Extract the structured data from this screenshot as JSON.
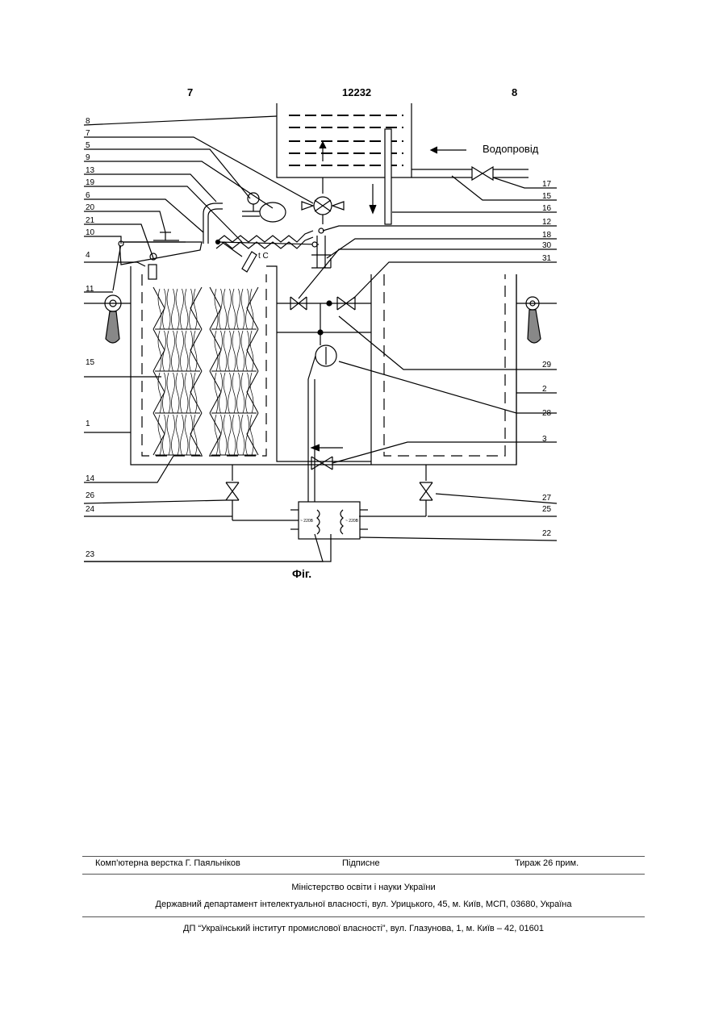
{
  "header": {
    "left_page": "7",
    "patent_number": "12232",
    "right_page": "8"
  },
  "figure": {
    "caption": "Фіг.",
    "water_supply_label": "Водопровід",
    "temperature_label": "t C",
    "transformer_left_label": "~ 220В",
    "transformer_right_label": "~ 220В",
    "ref_left": [
      "8",
      "7",
      "5",
      "9",
      "13",
      "19",
      "6",
      "20",
      "21",
      "10",
      "4",
      "11",
      "15",
      "1",
      "14",
      "26",
      "24",
      "23"
    ],
    "ref_right": [
      "17",
      "15",
      "16",
      "12",
      "18",
      "30",
      "31",
      "29",
      "2",
      "28",
      "3",
      "27",
      "25",
      "22"
    ]
  },
  "footer": {
    "typesetting": "Комп’ютерна верстка Г. Паяльніков",
    "signed": "Підписне",
    "circulation": "Тираж 26 прим.",
    "ministry": "Міністерство освіти і науки України",
    "department": "Державний департамент інтелектуальної власності, вул. Урицького, 45, м. Київ, МСП, 03680, Україна",
    "institute": "ДП “Український інститут промислової власності”, вул. Глазунова, 1, м. Київ – 42, 01601"
  }
}
